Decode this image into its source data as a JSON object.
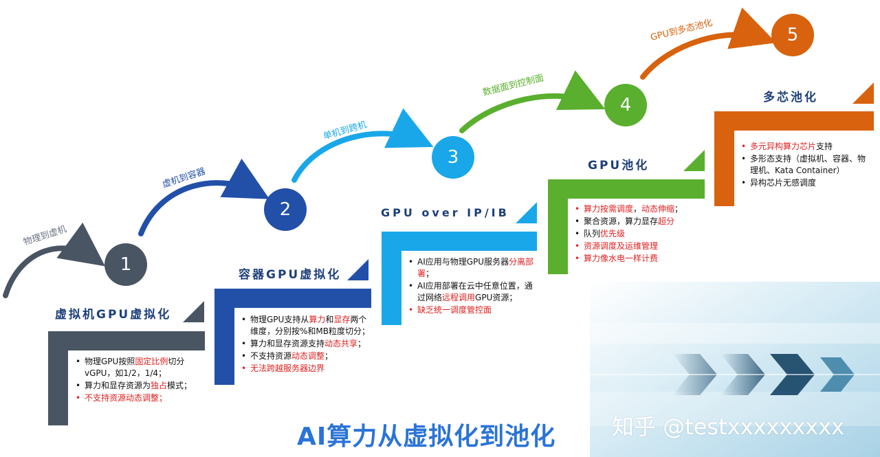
{
  "title": "AI算力从虚拟化到池化",
  "watermark": "知乎 @testxxxxxxxxx",
  "colors": {
    "stage1": "#4a5563",
    "stage2": "#2250a8",
    "stage3": "#19a7ea",
    "stage4": "#5aaf2e",
    "stage5": "#d8620d",
    "title_blue": "#2a73d8",
    "highlight_red": "#e02020"
  },
  "transitions": [
    {
      "label": "物理到虚机"
    },
    {
      "label": "虚机到容器"
    },
    {
      "label": "单机到跨机"
    },
    {
      "label": "数据面到控制面"
    },
    {
      "label": "GPU到多态池化"
    }
  ],
  "stages": [
    {
      "number": "1",
      "title": "虚拟机GPU虚拟化",
      "bullets": [
        {
          "runs": [
            {
              "t": "物理GPU按照",
              "hl": false
            },
            {
              "t": "固定比例",
              "hl": true
            },
            {
              "t": "切分vGPU，如1/2，1/4；",
              "hl": false
            }
          ],
          "red_dot": false
        },
        {
          "runs": [
            {
              "t": "算力和显存资源为",
              "hl": false
            },
            {
              "t": "独占",
              "hl": true
            },
            {
              "t": "模式；",
              "hl": false
            }
          ],
          "red_dot": false
        },
        {
          "runs": [
            {
              "t": "不支持资源动态调整；",
              "hl": true
            }
          ],
          "red_dot": true
        }
      ]
    },
    {
      "number": "2",
      "title": "容器GPU虚拟化",
      "bullets": [
        {
          "runs": [
            {
              "t": "物理GPU支持从",
              "hl": false
            },
            {
              "t": "算力",
              "hl": true
            },
            {
              "t": "和",
              "hl": false
            },
            {
              "t": "显存",
              "hl": true
            },
            {
              "t": "两个维度，分别按%和MB粒度切分；",
              "hl": false
            }
          ],
          "red_dot": false
        },
        {
          "runs": [
            {
              "t": "算力和显存资源支持",
              "hl": false
            },
            {
              "t": "动态共享",
              "hl": true
            },
            {
              "t": "；",
              "hl": false
            }
          ],
          "red_dot": false
        },
        {
          "runs": [
            {
              "t": "不支持资源",
              "hl": false
            },
            {
              "t": "动态调整",
              "hl": true
            },
            {
              "t": "；",
              "hl": false
            }
          ],
          "red_dot": false
        },
        {
          "runs": [
            {
              "t": "无法跨越服务器边界",
              "hl": true
            }
          ],
          "red_dot": true
        }
      ]
    },
    {
      "number": "3",
      "title": "GPU over IP/IB",
      "bullets": [
        {
          "runs": [
            {
              "t": "AI应用与物理GPU服务器",
              "hl": false
            },
            {
              "t": "分离部署",
              "hl": true
            },
            {
              "t": "；",
              "hl": false
            }
          ],
          "red_dot": false
        },
        {
          "runs": [
            {
              "t": "AI应用部署在云中任意位置，通过网络",
              "hl": false
            },
            {
              "t": "远程调用",
              "hl": true
            },
            {
              "t": "GPU资源；",
              "hl": false
            }
          ],
          "red_dot": false
        },
        {
          "runs": [
            {
              "t": "缺乏统一调度管控面",
              "hl": true
            }
          ],
          "red_dot": true
        }
      ]
    },
    {
      "number": "4",
      "title": "GPU池化",
      "bullets": [
        {
          "runs": [
            {
              "t": "算力按需调度",
              "hl": true
            },
            {
              "t": "，",
              "hl": false
            },
            {
              "t": "动态伸缩",
              "hl": true
            },
            {
              "t": "；",
              "hl": false
            }
          ],
          "red_dot": true
        },
        {
          "runs": [
            {
              "t": "聚合资源，算力显存",
              "hl": false
            },
            {
              "t": "超分",
              "hl": true
            }
          ],
          "red_dot": false
        },
        {
          "runs": [
            {
              "t": "队列",
              "hl": false
            },
            {
              "t": "优先级",
              "hl": true
            }
          ],
          "red_dot": false
        },
        {
          "runs": [
            {
              "t": "资源调度及运维管理",
              "hl": true
            }
          ],
          "red_dot": true
        },
        {
          "runs": [
            {
              "t": "算力像水电一样计费",
              "hl": true
            }
          ],
          "red_dot": true
        }
      ]
    },
    {
      "number": "5",
      "title": "多芯池化",
      "bullets": [
        {
          "runs": [
            {
              "t": "多元异构算力芯片",
              "hl": true
            },
            {
              "t": "支持",
              "hl": false
            }
          ],
          "red_dot": true
        },
        {
          "runs": [
            {
              "t": "多形态支持（虚拟机、容器、物理机、Kata Container）",
              "hl": false
            }
          ],
          "red_dot": false
        },
        {
          "runs": [
            {
              "t": "异构芯片无感调度",
              "hl": false
            }
          ],
          "red_dot": false
        }
      ]
    }
  ]
}
